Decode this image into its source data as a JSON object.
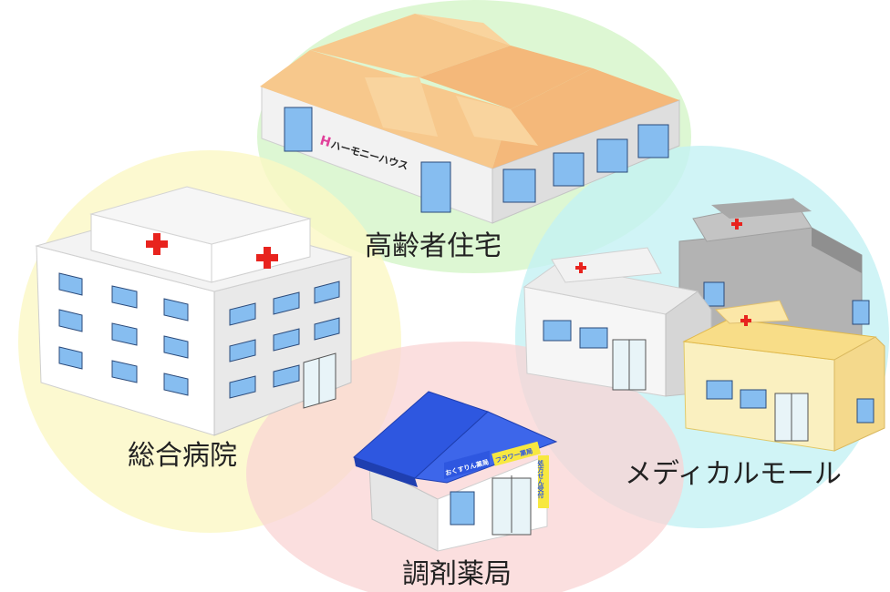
{
  "labels": {
    "elderly_housing": "高齢者住宅",
    "general_hospital": "総合病院",
    "medical_mall": "メディカルモール",
    "pharmacy": "調剤薬局"
  },
  "signs": {
    "harmony_house": "ハーモニーハウス",
    "harmony_logo": "H",
    "pharmacy_banner": "おくすりん薬局",
    "pharmacy_flower": "フラワー薬局",
    "pharmacy_side": "処方せん受付"
  },
  "colors": {
    "elderly_zone": "#d4f5c8",
    "hospital_zone": "#fbf7c4",
    "mall_zone": "#c4f1f4",
    "pharmacy_zone": "#f9d4d4",
    "cross": "#e8231e",
    "pharmacy_roof": "#2e57e0",
    "window": "#86bdf0"
  }
}
